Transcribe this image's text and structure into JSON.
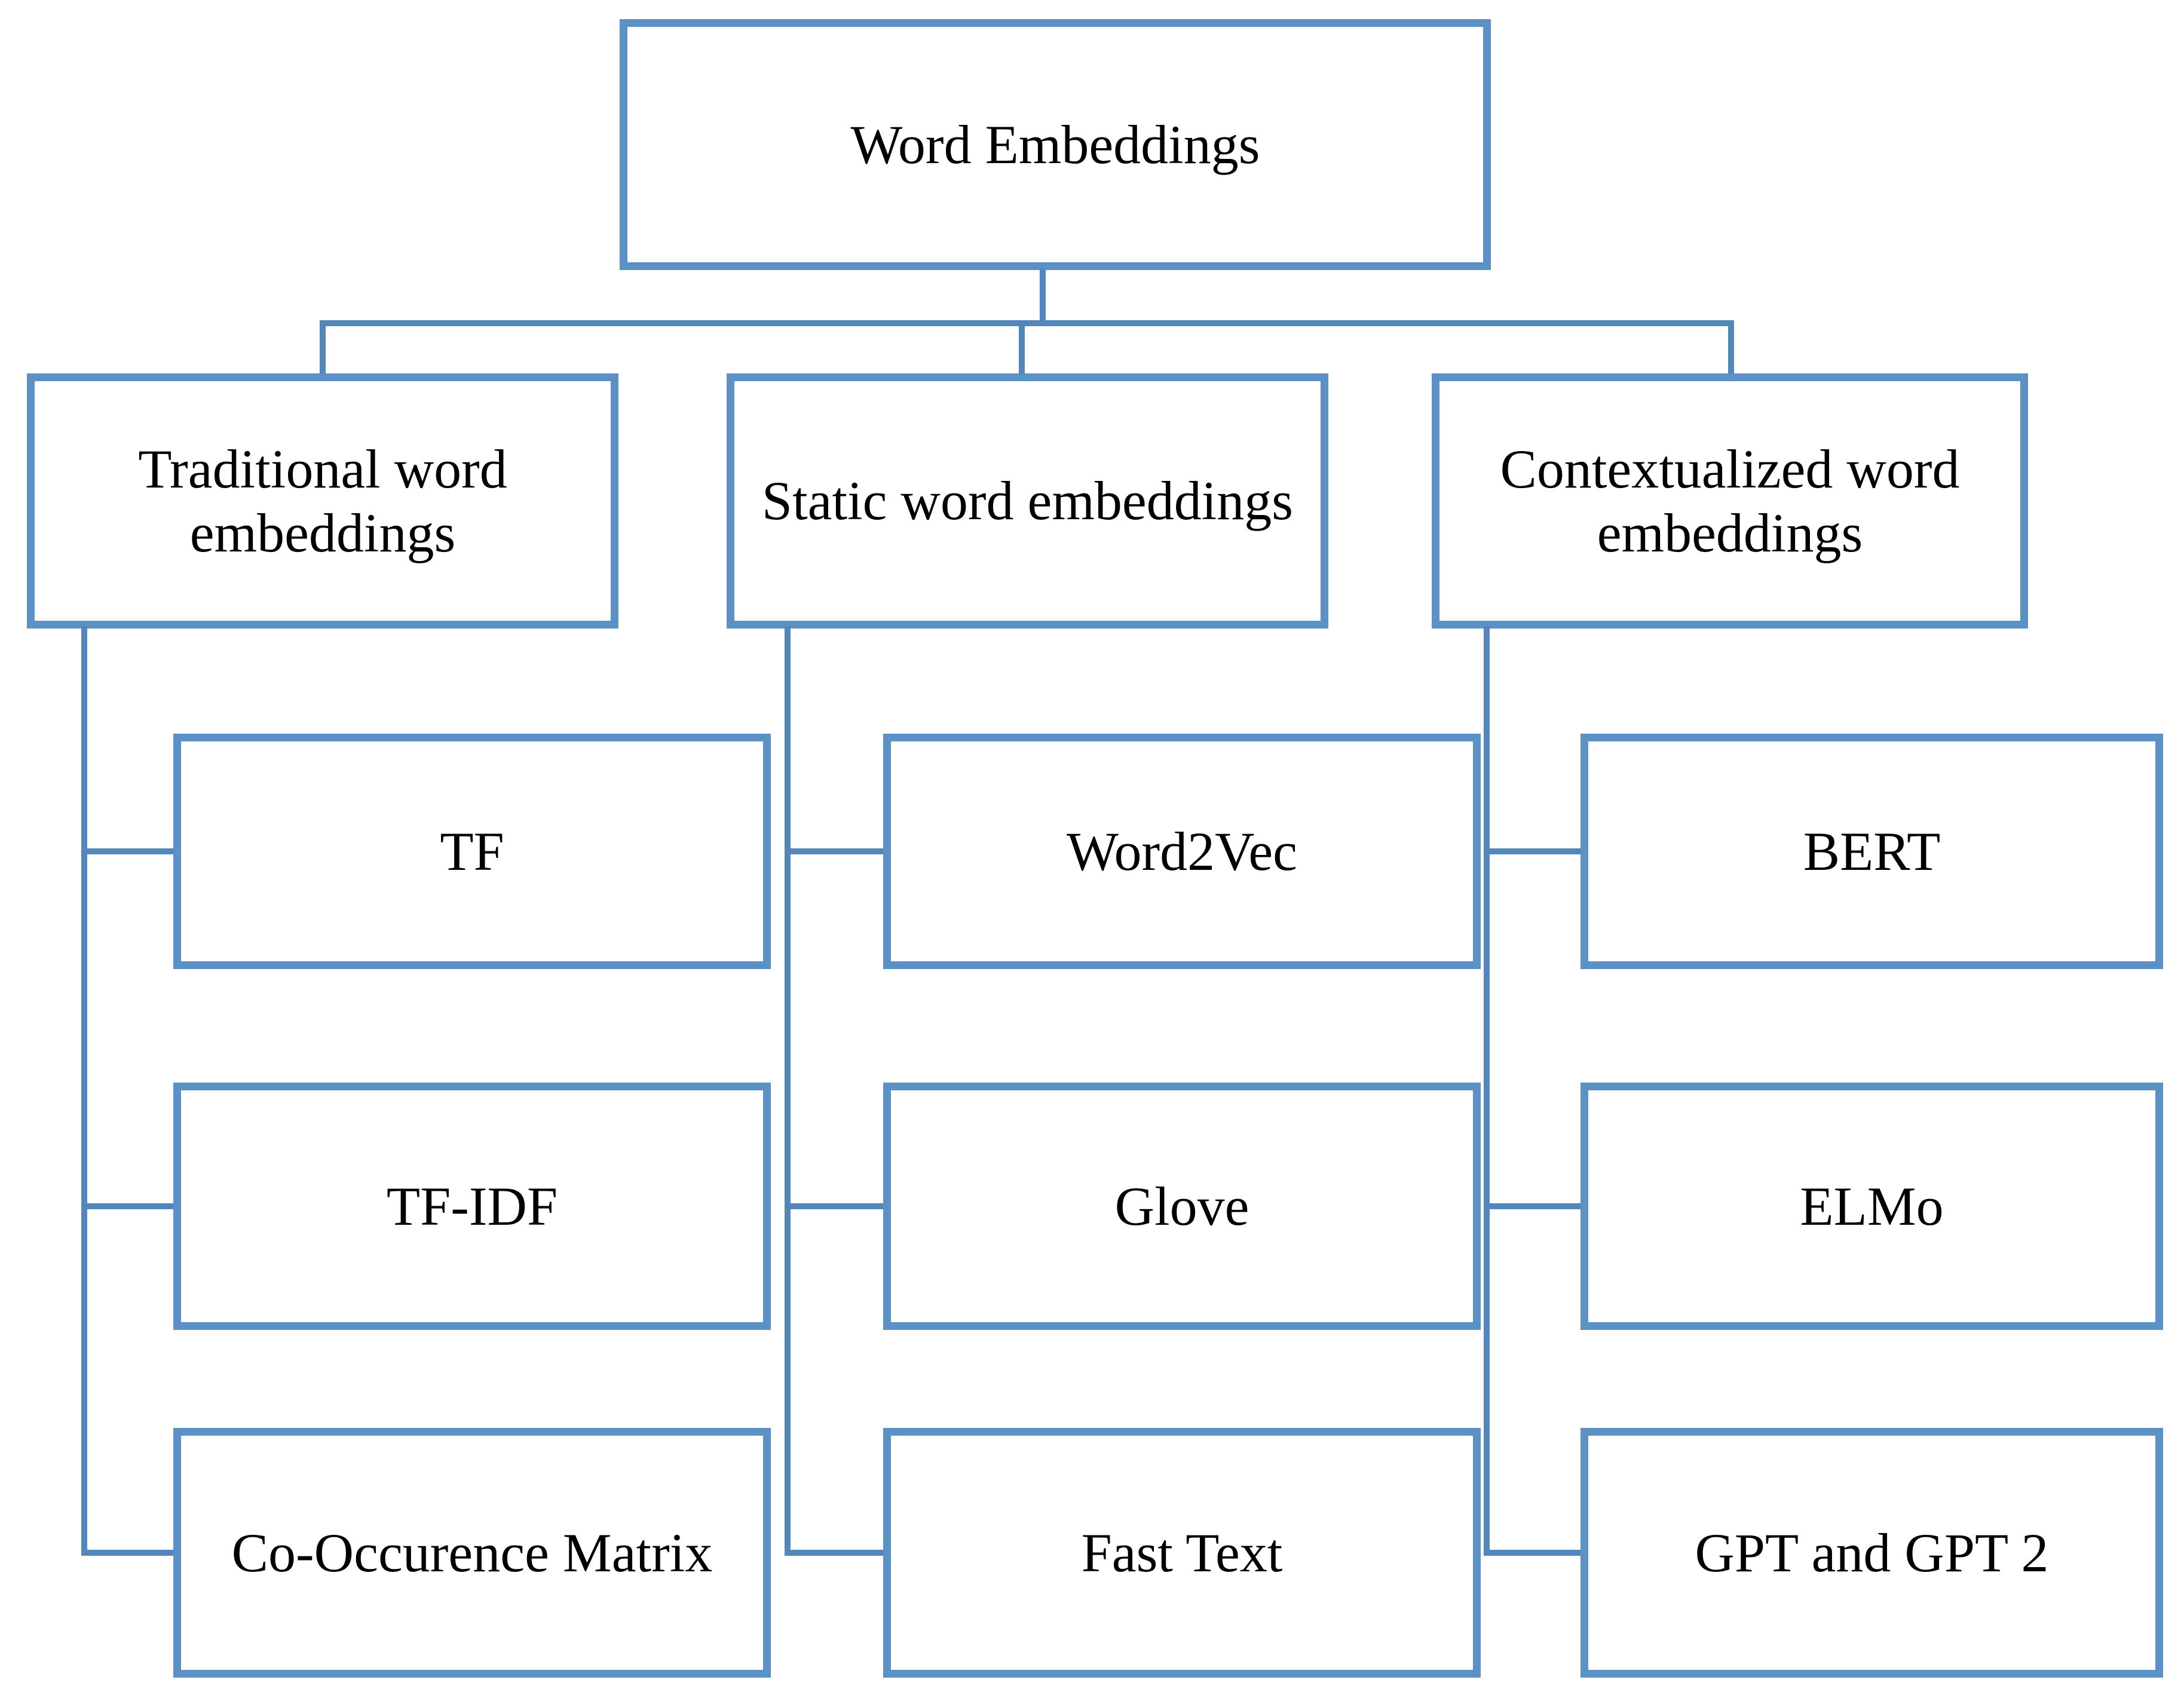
{
  "diagram": {
    "root": {
      "label": "Word Embeddings"
    },
    "branches": [
      {
        "label": "Traditional word embeddings",
        "children": [
          "TF",
          "TF-IDF",
          "Co-Occurence Matrix"
        ]
      },
      {
        "label": "Static word embeddings",
        "children": [
          "Word2Vec",
          "Glove",
          "Fast Text"
        ]
      },
      {
        "label": "Contextualized word embeddings",
        "children": [
          "BERT",
          "ELMo",
          "GPT and GPT 2"
        ]
      }
    ],
    "colors": {
      "box_border": "#5b91c5",
      "connector": "#5387bb",
      "text_color": "#000000",
      "background": "#ffffff"
    }
  }
}
